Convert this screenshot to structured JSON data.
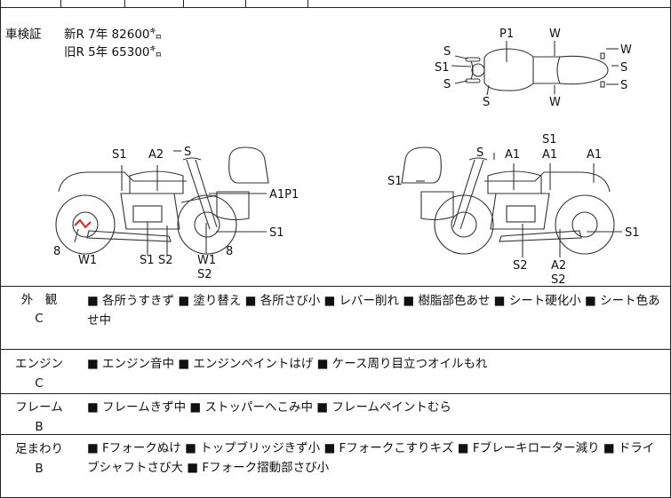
{
  "inspection": {
    "label": "車検証",
    "new_line": "新R 7年 82600㌔",
    "old_line": "旧R 5年 65300㌔"
  },
  "diagram_labels": {
    "top": {
      "p1": "P1",
      "w_top": "W",
      "w_right": "W",
      "s_a": "S",
      "s1": "S1",
      "s_b": "S",
      "s_r1": "S",
      "s_r2": "S",
      "s_bottom": "S",
      "w_bottom": "W"
    },
    "left": {
      "s1_top": "S1",
      "a2": "A2",
      "s_top": "S",
      "a1p1": "A1P1",
      "s1_right": "S1",
      "num_8_left": "8",
      "w1": "W1",
      "s1_bottom": "S1",
      "s2_bottom": "S2",
      "w1_b": "W1",
      "s2_b": "S2",
      "num_8_right": "8"
    },
    "right": {
      "s1_left": "S1",
      "s_top": "S",
      "a1_a": "A1",
      "s1_top": "S1",
      "a1_b": "A1",
      "a1_c": "A1",
      "s2": "S2",
      "a2": "A2",
      "s2_b": "S2",
      "s1_right": "S1"
    }
  },
  "conditions": [
    {
      "name": "外　観",
      "grade": "C",
      "notes": "■ 各所うすきず ■ 塗り替え ■ 各所さび小 ■ レバー削れ ■ 樹脂部色あせ ■ シート硬化小 ■ シート色あせ中"
    },
    {
      "name": "エンジン",
      "grade": "C",
      "notes": "■ エンジン音中 ■ エンジンペイントはげ ■ ケース周り目立つオイルもれ"
    },
    {
      "name": "フレーム",
      "grade": "B",
      "notes": "■ フレームきず中 ■ ストッパーへこみ中 ■ フレームペイントむら"
    },
    {
      "name": "足まわり",
      "grade": "B",
      "notes": "■ Fフォークぬけ ■ トップブリッジきず小 ■ Fフォークこすりキズ ■ Fブレーキローター減り ■ ドライブシャフトさび大 ■ Fフォーク摺動部さび小"
    }
  ]
}
